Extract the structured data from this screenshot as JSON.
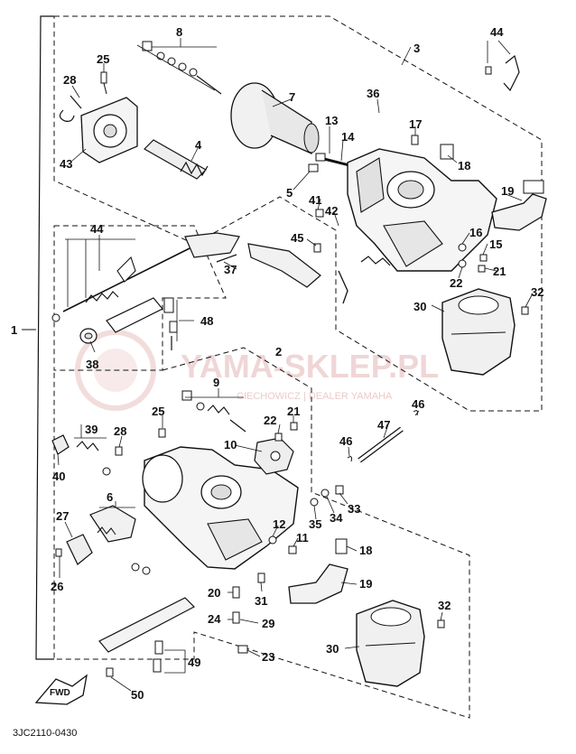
{
  "watermark": {
    "brand": "YAMA-SKLEP.PL",
    "subline": "CIECHOWICZ | DEALER YAMAHA"
  },
  "diagram_code": "3JC2110-0430",
  "fwd_label": "FWD",
  "callouts": {
    "n1": "1",
    "n2": "2",
    "n3": "3",
    "n4": "4",
    "n5": "5",
    "n6": "6",
    "n7": "7",
    "n8": "8",
    "n9": "9",
    "n10": "10",
    "n11": "11",
    "n12": "12",
    "n13": "13",
    "n14": "14",
    "n15": "15",
    "n16": "16",
    "n17": "17",
    "n18a": "18",
    "n18b": "18",
    "n19a": "19",
    "n19b": "19",
    "n20": "20",
    "n21a": "21",
    "n21b": "21",
    "n22a": "22",
    "n22b": "22",
    "n23": "23",
    "n24": "24",
    "n25a": "25",
    "n25b": "25",
    "n26": "26",
    "n27": "27",
    "n28a": "28",
    "n28b": "28",
    "n29": "29",
    "n30a": "30",
    "n30b": "30",
    "n31": "31",
    "n32a": "32",
    "n32b": "32",
    "n33": "33",
    "n34": "34",
    "n35": "35",
    "n36": "36",
    "n37": "37",
    "n38": "38",
    "n39": "39",
    "n40": "40",
    "n41": "41",
    "n42": "42",
    "n43": "43",
    "n44a": "44",
    "n44b": "44",
    "n45": "45",
    "n46a": "46",
    "n46b": "46",
    "n47": "47",
    "n48": "48",
    "n49": "49",
    "n50": "50"
  }
}
